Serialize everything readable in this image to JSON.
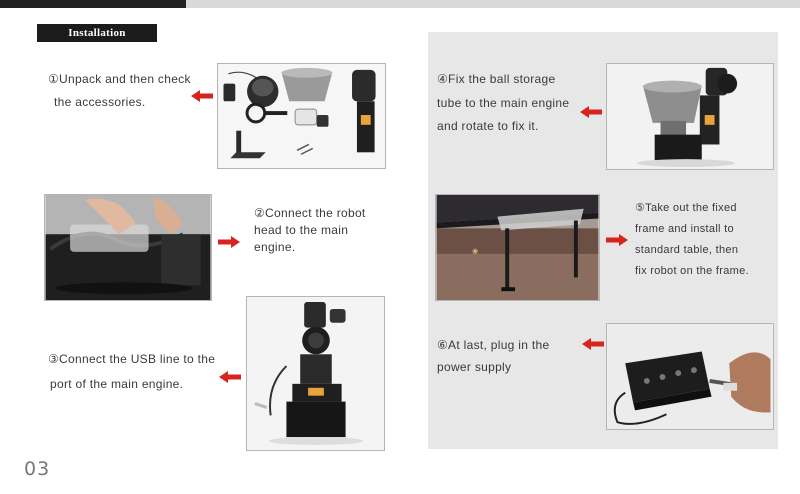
{
  "header": {
    "section_title": "Installation"
  },
  "steps": [
    {
      "lines": [
        "①Unpack and then check",
        "the accessories."
      ]
    },
    {
      "lines": [
        "②Connect the robot",
        "head to the main",
        "engine."
      ]
    },
    {
      "lines": [
        "③Connect the USB line to the",
        "port of the main engine."
      ]
    },
    {
      "lines": [
        "④Fix the ball storage",
        "tube to the main engine",
        "and rotate to fix it."
      ]
    },
    {
      "lines": [
        "⑤Take out the fixed",
        "frame and install to",
        "standard table, then",
        "fix robot on the frame."
      ]
    },
    {
      "lines": [
        "⑥At last, plug in the",
        "power supply"
      ]
    }
  ],
  "photos": [
    {
      "icon": "accessories-photo"
    },
    {
      "icon": "robot-head-connection-photo"
    },
    {
      "icon": "usb-connection-photo"
    },
    {
      "icon": "ball-storage-tube-photo"
    },
    {
      "icon": "table-frame-photo"
    },
    {
      "icon": "power-supply-photo"
    }
  ],
  "colors": {
    "arrow": "#d7241f",
    "panel": "#e7e7e7",
    "tag": "#1b1b1b"
  },
  "footer": {
    "page_number": "03"
  }
}
